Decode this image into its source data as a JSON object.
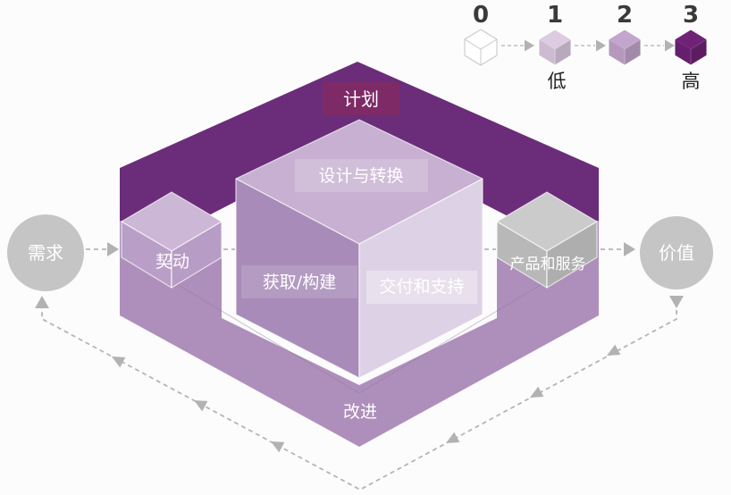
{
  "legend": {
    "scale_values": [
      "0",
      "1",
      "2",
      "3"
    ],
    "low_label": "低",
    "high_label": "高"
  },
  "diagram": {
    "plan": "计划",
    "design_transition": "设计与转换",
    "obtain_build": "获取/构建",
    "deliver_support": "交付和支持",
    "engage": "契动",
    "products_services": "产品和服务",
    "improve": "改进",
    "demand": "需求",
    "value": "价值"
  },
  "colors": {
    "band_dark": "#6b2d79",
    "plan_label_bg": "#7d2a66",
    "band_light": "#ae8fbb",
    "core_top": "#c7b0d1",
    "core_left": "#a88bb8",
    "core_right": "#ddd2e5",
    "engage_top": "#cdb7d6",
    "engage_left": "#b99fc7",
    "engage_front": "#b79cc5",
    "product_top": "#cbcbcb",
    "product_left": "#b8b8b8",
    "product_front": "#aeaeae",
    "circle_gray": "#c5c5c5",
    "legend_level0": "#ffffff",
    "legend_level1": "#ddcbe2",
    "legend_level2": "#c3a6cd",
    "legend_level3": "#6f2276",
    "arrow_gray": "#b5b5b5"
  }
}
